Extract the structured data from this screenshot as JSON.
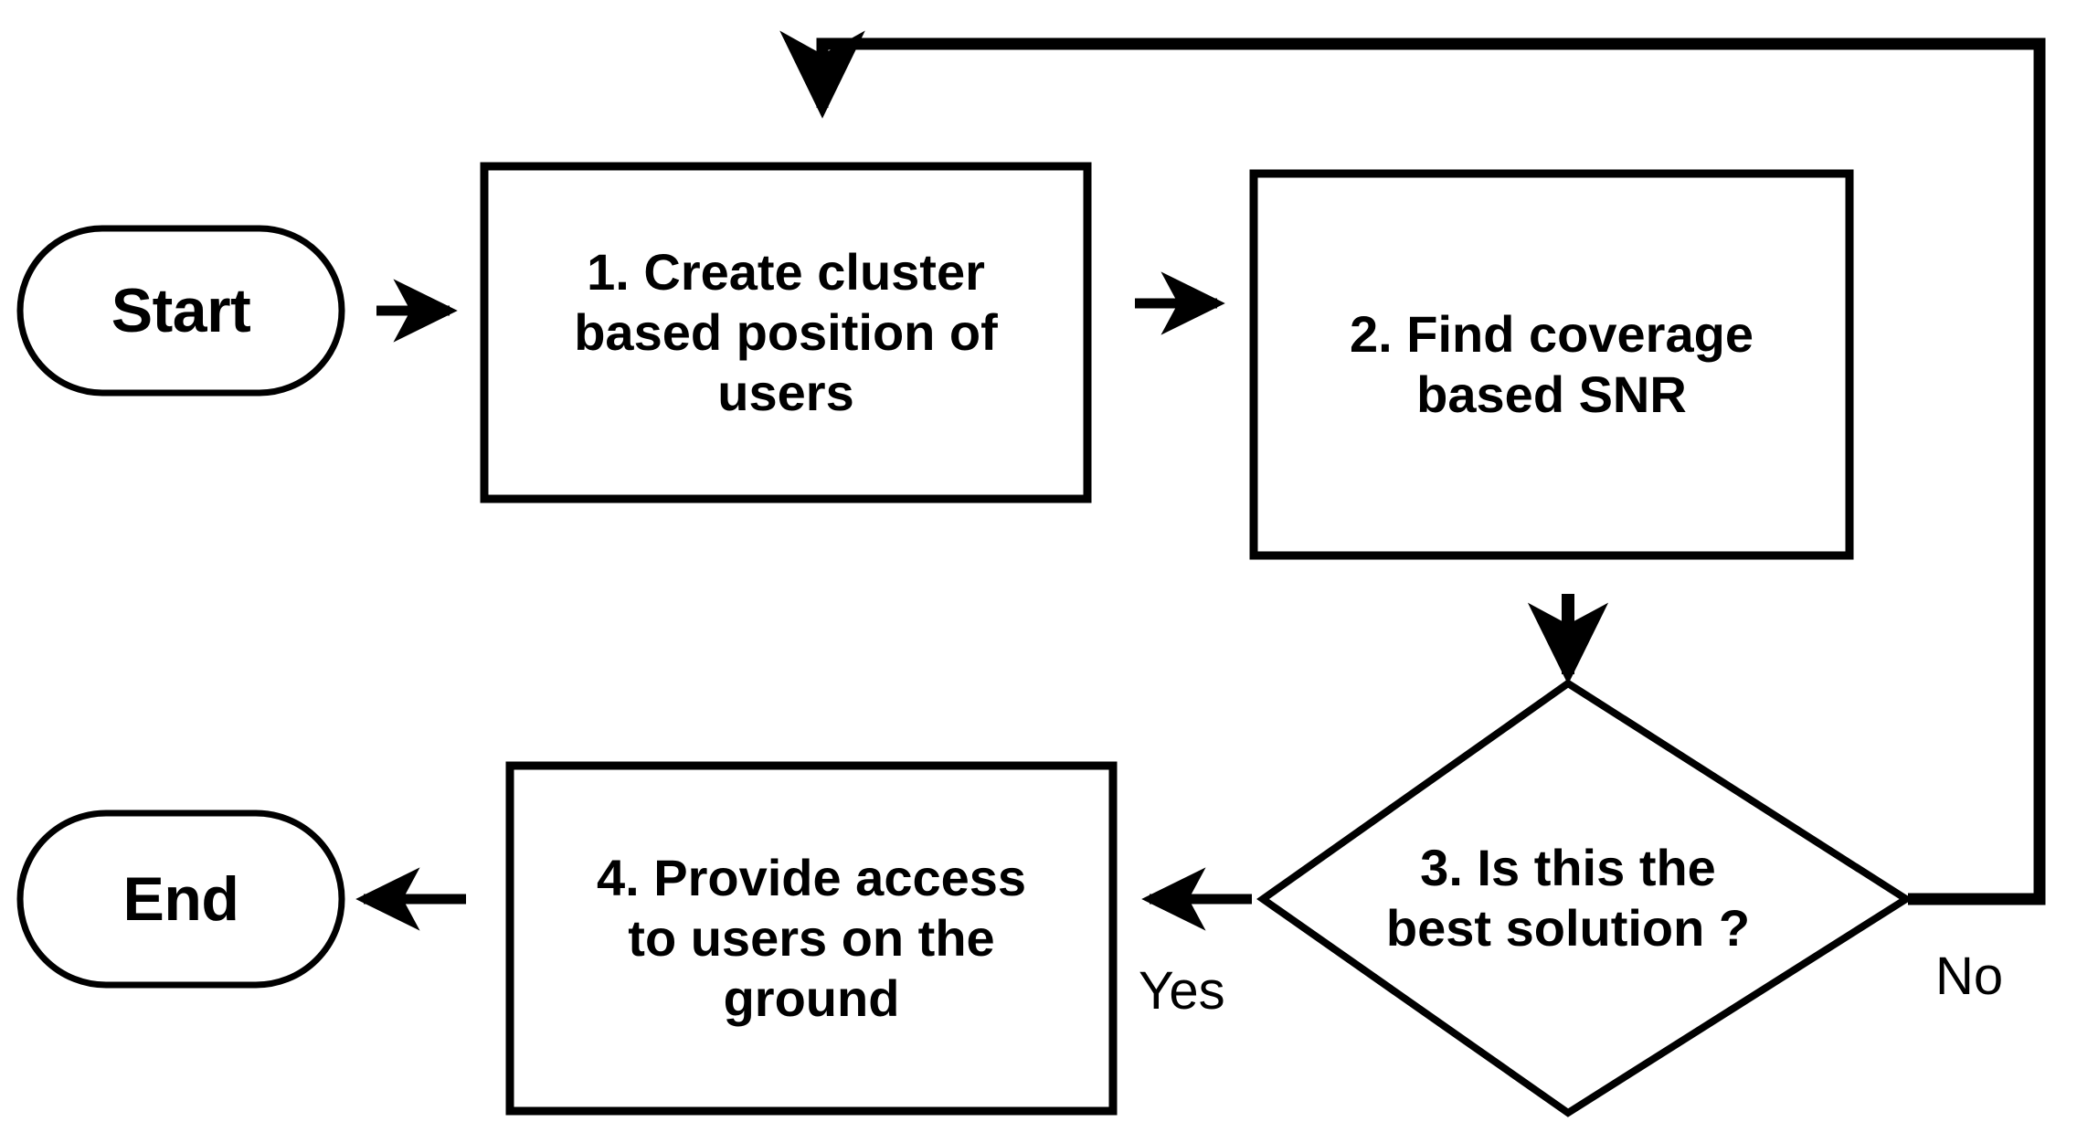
{
  "diagram": {
    "type": "flowchart",
    "title": "",
    "orientation": "left-to-right with feedback loop",
    "background_color": "#FFFFFF",
    "stroke_color": "#000000",
    "node_fill_color": "#FFFFFF",
    "nodes": [
      {
        "id": "start",
        "shape": "terminator",
        "label": "Start"
      },
      {
        "id": "step1",
        "shape": "process",
        "label": "1. Create cluster\nbased position of\nusers"
      },
      {
        "id": "step2",
        "shape": "process",
        "label": "2. Find coverage\nbased SNR"
      },
      {
        "id": "step3",
        "shape": "decision",
        "label": "3. Is this the\nbest solution ?"
      },
      {
        "id": "step4",
        "shape": "process",
        "label": "4. Provide access\nto users on the\nground"
      },
      {
        "id": "end",
        "shape": "terminator",
        "label": "End"
      }
    ],
    "edges": [
      {
        "id": "e-start-step1",
        "from": "start",
        "to": "step1",
        "label": ""
      },
      {
        "id": "e-step1-step2",
        "from": "step1",
        "to": "step2",
        "label": ""
      },
      {
        "id": "e-step2-step3",
        "from": "step2",
        "to": "step3",
        "label": ""
      },
      {
        "id": "e-step3-step4",
        "from": "step3",
        "to": "step4",
        "label": "Yes"
      },
      {
        "id": "e-step3-step2",
        "from": "step3",
        "to": "step2",
        "label": "No"
      },
      {
        "id": "e-step4-end",
        "from": "step4",
        "to": "end",
        "label": ""
      }
    ]
  }
}
